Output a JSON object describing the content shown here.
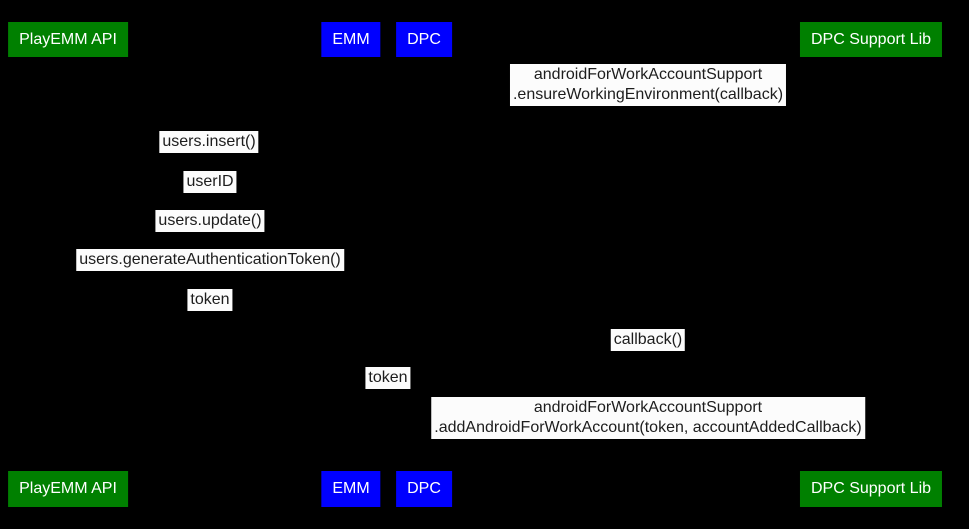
{
  "diagram": {
    "type": "sequence-diagram",
    "colors": {
      "background": "#000000",
      "actor_green": "#008000",
      "actor_blue": "#0000ff",
      "actor_text": "#ffffff",
      "message_label_background": "#fcfcfc",
      "message_label_text": "#1d1d1d"
    },
    "actors": [
      {
        "label": "PlayEMM API"
      },
      {
        "label": "EMM"
      },
      {
        "label": "DPC"
      },
      {
        "label": "DPC Support Lib"
      }
    ],
    "messages": [
      {
        "line1": "androidForWorkAccountSupport",
        "line2": ".ensureWorkingEnvironment(callback)"
      },
      {
        "line1": "users.insert()"
      },
      {
        "line1": "userID"
      },
      {
        "line1": "users.update()"
      },
      {
        "line1": "users.generateAuthenticationToken()"
      },
      {
        "line1": "token"
      },
      {
        "line1": "callback()"
      },
      {
        "line1": "token"
      },
      {
        "line1": "androidForWorkAccountSupport",
        "line2": ".addAndroidForWorkAccount(token, accountAddedCallback)"
      }
    ]
  }
}
